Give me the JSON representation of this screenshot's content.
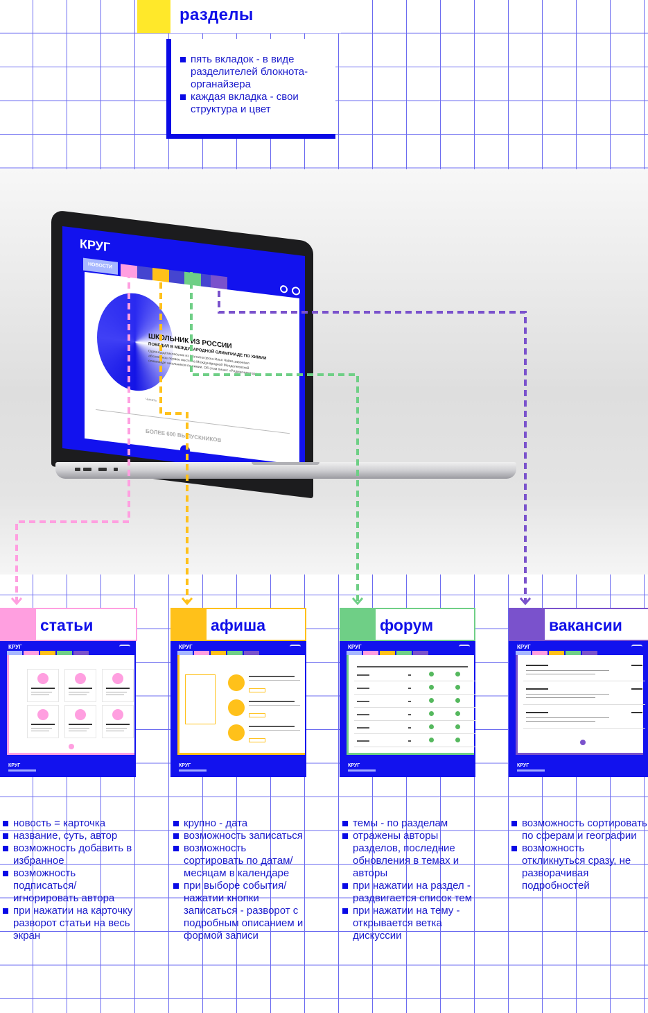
{
  "header": {
    "title": "разделы",
    "bullets": [
      "пять вкладок - в виде разделителей блокнота-органайзера",
      "каждая вкладка - свои структура и цвет"
    ]
  },
  "laptop": {
    "logo": "КРУГ",
    "tab_active": "НОВОСТИ",
    "headline": "ШКОЛЬНИК ИЗ РОССИИ",
    "subheadline": "ПОБЕДИЛ В МЕЖДУНАРОДНОЙ ОЛИМПИАДЕ ПО ХИМИИ",
    "body": "Одиннадцатиклассник из Магнитогорска Илья Чайка завоевал абсолютное первое место на Международной Менделеевской олимпиаде школьников по химии. Об этом пишет «Ридмагнитогорск».",
    "read_label": "Читать",
    "more": "БОЛЕЕ 600 ВЫПУСКНИКОВ"
  },
  "colors": {
    "brand_blue": "#1212ee",
    "pink": "#ff9fe0",
    "yellow": "#ffc11a",
    "green": "#6fcf86",
    "purple": "#7a52cc",
    "accent_yellow": "#ffe82a"
  },
  "sections": [
    {
      "title": "статьи",
      "color": "#ff9fe0",
      "bullets": [
        "новость = карточка",
        "название, суть, автор",
        "возможность добавить в избранное",
        "возможность подписаться/игнорировать автора",
        "при нажатии на карточку разворот статьи на весь экран"
      ]
    },
    {
      "title": "афиша",
      "color": "#ffc11a",
      "bullets": [
        "крупно - дата",
        "возможность записаться",
        "возможность сортировать по датам/месяцам в календаре",
        "при выборе события/нажатии кнопки записаться - разворот с подробным описанием и формой записи"
      ]
    },
    {
      "title": "форум",
      "color": "#6fcf86",
      "bullets": [
        "темы - по разделам",
        "отражены авторы разделов, последние обновления в темах и авторы",
        "при нажатии на раздел - раздвигается список тем",
        "при нажатии на тему - открывается ветка дискуссии"
      ]
    },
    {
      "title": "вакансии",
      "color": "#7a52cc",
      "bullets": [
        "возможность сортировать по сферам и географии",
        "возможность откликнуться сразу, не разворачивая подробностей"
      ]
    }
  ],
  "thumb_logo": "КРУГ"
}
